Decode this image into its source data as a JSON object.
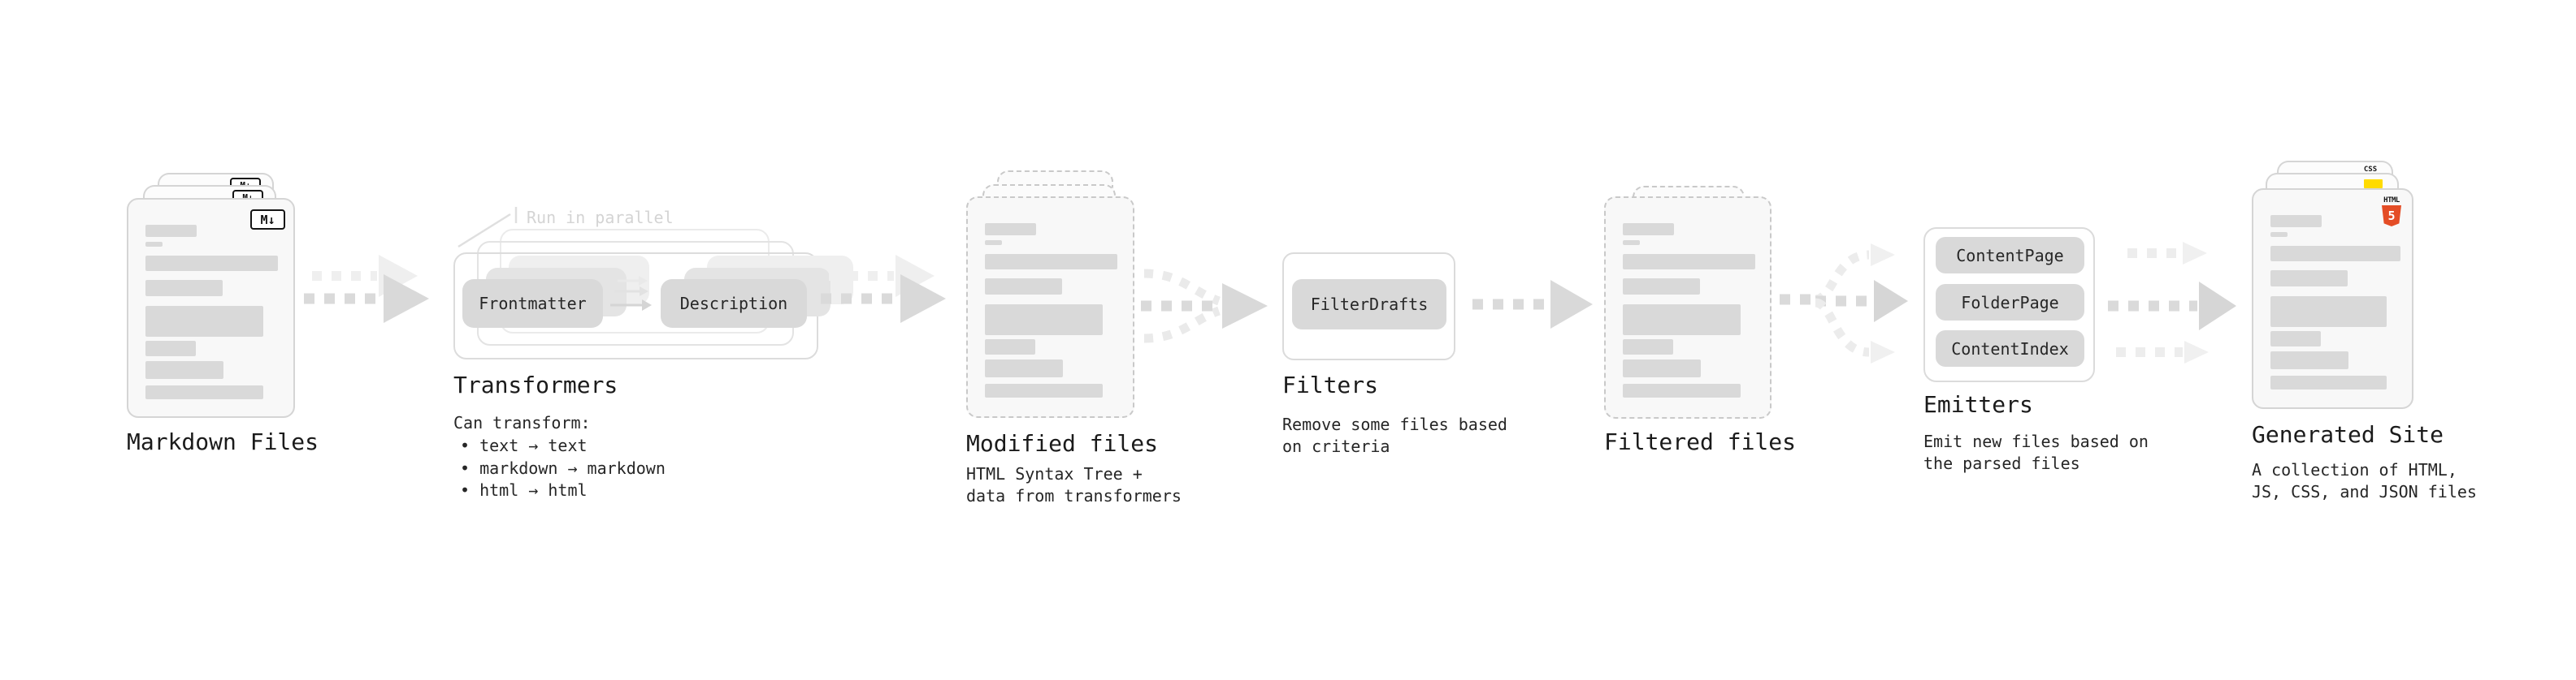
{
  "ui": {
    "bullet": "•"
  },
  "markdown": {
    "label": "Markdown Files",
    "badge": "M↓"
  },
  "transformers": {
    "note": "Run in parallel",
    "pill_left": "Frontmatter",
    "pill_right": "Description",
    "title": "Transformers",
    "desc_heading": "Can transform:",
    "bullets": [
      "text → text",
      "markdown → markdown",
      "html → html"
    ]
  },
  "modified": {
    "label": "Modified files",
    "desc_line1": "HTML Syntax Tree +",
    "desc_line2": "data from transformers"
  },
  "filters": {
    "title": "Filters",
    "pill": "FilterDrafts",
    "desc_line1": "Remove some files based",
    "desc_line2": "on criteria"
  },
  "filtered": {
    "label": "Filtered files"
  },
  "emitters": {
    "title": "Emitters",
    "pills": [
      "ContentPage",
      "FolderPage",
      "ContentIndex"
    ],
    "desc_line1": "Emit new files based on",
    "desc_line2": "the parsed files"
  },
  "generated": {
    "label": "Generated Site",
    "desc_line1": "A collection of HTML,",
    "desc_line2": "JS, CSS, and JSON files",
    "badge_css": "CSS",
    "badge_html_label": "HTML",
    "badge_html_number": "5"
  },
  "colors": {
    "accent_css": "#2364f0",
    "accent_js": "#ffdb00",
    "accent_html": "#e44d26"
  }
}
